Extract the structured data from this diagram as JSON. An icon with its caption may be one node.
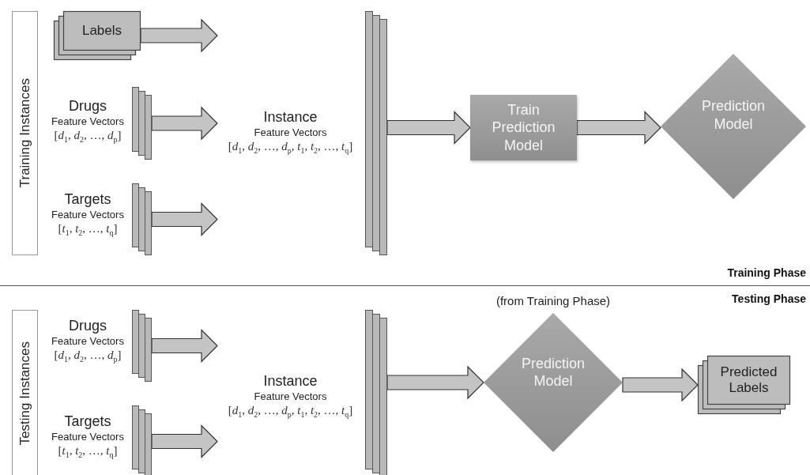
{
  "diagram": {
    "nodes": [
      {
        "text": [
          "Training Instances"
        ]
      },
      {
        "text": [
          "Labels"
        ]
      },
      {
        "text": [
          "Drugs",
          "Feature Vectors",
          "[*d*$_{1}$, *d*$_{2}$, …, *d*$_{p}$]"
        ]
      },
      {
        "text": [
          "Targets",
          "Feature Vectors",
          "[*t*$_{1}$, *t*$_{2}$, …, *t*$_{q}$]"
        ]
      },
      {
        "text": [
          "Instance",
          "Feature Vectors",
          "[*d*$_{1}$, *d*$_{2}$, …, *d*$_{p}$, *t*$_{1}$, *t*$_{2}$, …, *t*$_{q}$]"
        ]
      },
      {
        "text": [
          "Train Prediction Model"
        ]
      },
      {
        "text": [
          "Prediction Model"
        ]
      },
      {
        "text": [
          "Testing Instances"
        ]
      },
      {
        "text": [
          "Drugs",
          "Feature Vectors",
          "[*d*$_{1}$, *d*$_{2}$, …, *d*$_{p}$]"
        ]
      },
      {
        "text": [
          "Targets",
          "Feature Vectors",
          "[*t*$_{1}$, *t*$_{2}$, …, *t*$_{q}$]"
        ]
      },
      {
        "text": [
          "Instance",
          "Feature Vectors",
          "[*d*$_{1}$, *d*$_{2}$, …, *d*$_{p}$, *t*$_{1}$, *t*$_{2}$, …, *t*$_{q}$]"
        ]
      },
      {
        "text": [
          "Prediction Model"
        ],
        "beside": [
          "(from Training Phase)"
        ]
      },
      {
        "text": [
          "Predicted Labels"
        ]
      }
    ],
    "edges": [
      {
        "from": 1,
        "to": 4,
        "arrow": "to"
      },
      {
        "from": 2,
        "to": 4,
        "arrow": "to"
      },
      {
        "from": 3,
        "to": 4,
        "arrow": "to"
      },
      {
        "from": 4,
        "to": 5,
        "arrow": "to"
      },
      {
        "from": 5,
        "to": 6,
        "arrow": "to"
      },
      {
        "from": 8,
        "to": 10,
        "arrow": "to"
      },
      {
        "from": 9,
        "to": 10,
        "arrow": "to"
      },
      {
        "from": 10,
        "to": 11,
        "arrow": "to"
      },
      {
        "from": 11,
        "to": 12,
        "arrow": "to"
      }
    ],
    "labels": [
      "Training Phase",
      "Testing Phase"
    ]
  }
}
